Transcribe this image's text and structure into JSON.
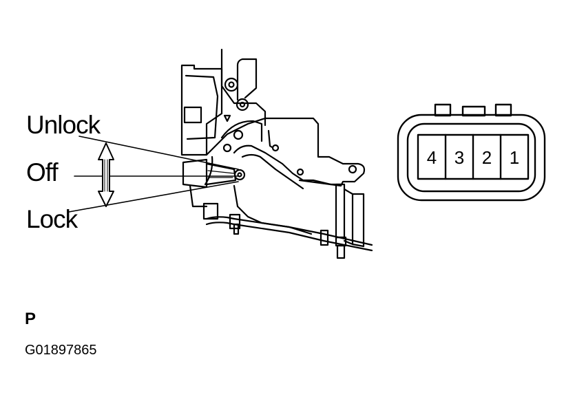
{
  "labels": {
    "unlock": "Unlock",
    "off": "Off",
    "lock": "Lock",
    "view_letter": "P",
    "figure_code": "G01897865"
  },
  "connector": {
    "pins": [
      "4",
      "3",
      "2",
      "1"
    ]
  },
  "colors": {
    "ink": "#000000",
    "paper": "#ffffff"
  }
}
